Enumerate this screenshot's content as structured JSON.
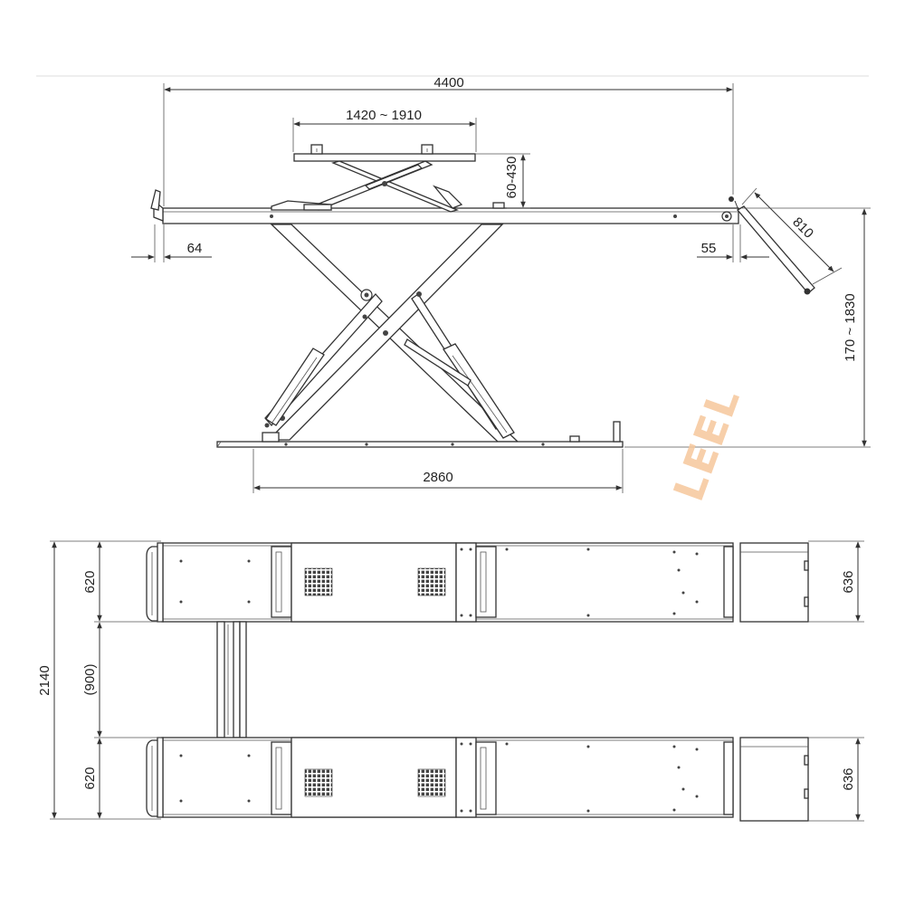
{
  "side_view": {
    "overall_length": "4400",
    "platform_range": "1420 ~ 1910",
    "platform_height": "60-430",
    "left_offset": "64",
    "right_offset": "55",
    "ramp_length": "810",
    "lift_height": "170 ~ 1830",
    "base_length": "2860"
  },
  "top_view": {
    "track_width_top": "620",
    "track_gap": "(900)",
    "track_width_bottom": "620",
    "overall_width": "2140",
    "ramp_width_top": "636",
    "ramp_width_bottom": "636"
  },
  "watermark": "LEEL"
}
